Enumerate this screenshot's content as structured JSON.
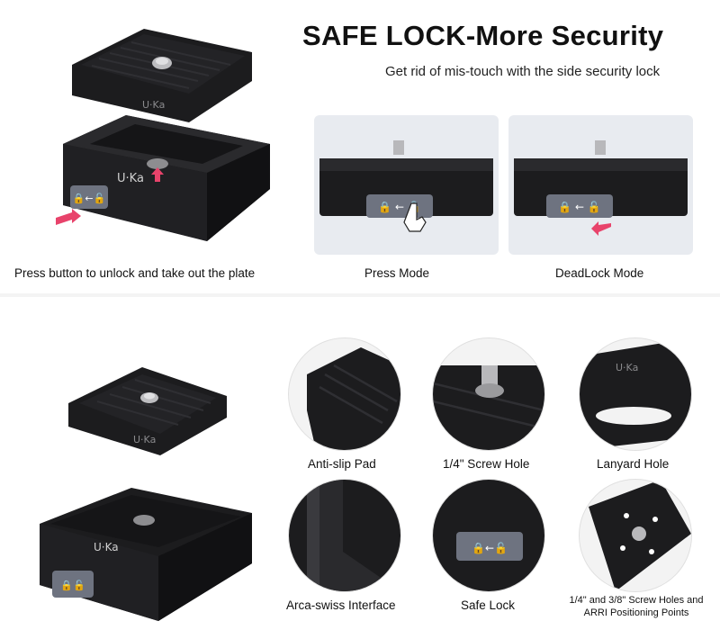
{
  "header": {
    "title": "SAFE LOCK-More Security",
    "subtitle": "Get rid of mis-touch with the side security lock"
  },
  "top_section": {
    "unlock_caption": "Press button to unlock and take out the plate",
    "press_mode_caption": "Press Mode",
    "deadlock_mode_caption": "DeadLock Mode",
    "brand_mark": "U·Ka"
  },
  "features": [
    {
      "label": "Anti-slip Pad"
    },
    {
      "label": "1/4\" Screw Hole"
    },
    {
      "label": "Lanyard Hole"
    },
    {
      "label": "Arca-swiss Interface"
    },
    {
      "label": "Safe Lock"
    },
    {
      "label": "1/4\" and 3/8\" Screw Holes and ARRI Positioning Points"
    }
  ],
  "colors": {
    "plate": "#1c1c1e",
    "plate_edge": "#3a3a3e",
    "button": "#6e7380",
    "accent_arrow": "#e8436b",
    "panel_bg": "#e8ebf0"
  }
}
